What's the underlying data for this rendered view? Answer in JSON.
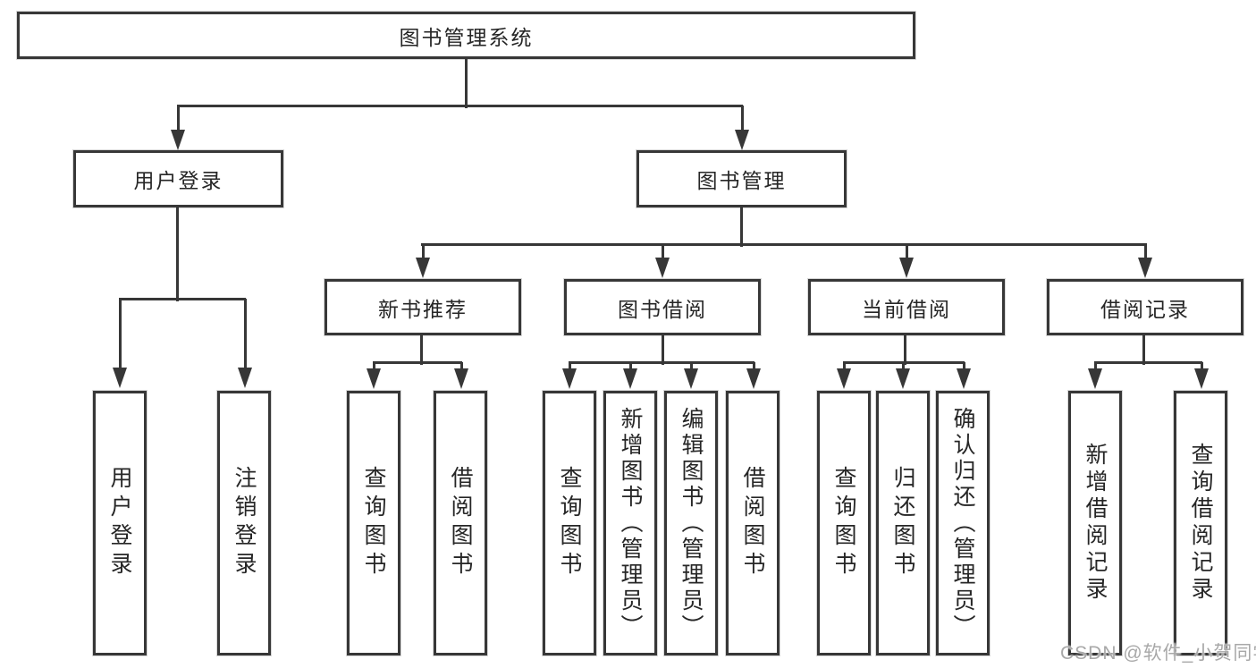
{
  "diagram": {
    "root": "图书管理系统",
    "level2": {
      "user_login": "用户登录",
      "book_management": "图书管理"
    },
    "level3": {
      "new_book_recommend": "新书推荐",
      "book_borrowing": "图书借阅",
      "current_borrowing": "当前借阅",
      "borrowing_records": "借阅记录"
    },
    "leaves": {
      "user_login": "用户登录",
      "logout": "注销登录",
      "nb_query_books": "查询图书",
      "nb_borrow_books": "借阅图书",
      "bb_query_books": "查询图书",
      "bb_add_books": "新增图书（管理员）",
      "bb_edit_books": "编辑图书（管理员）",
      "bb_borrow_books": "借阅图书",
      "cb_query_books": "查询图书",
      "cb_return_books": "归还图书",
      "cb_confirm_return": "确认归还（管理员）",
      "br_add_record": "新增借阅记录",
      "br_query_record": "查询借阅记录"
    },
    "watermark": "CSDN @软件_小贺同学"
  }
}
